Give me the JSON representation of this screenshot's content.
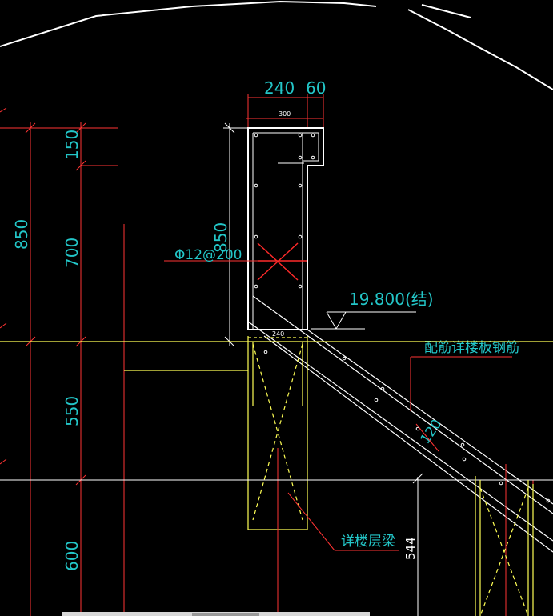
{
  "labels": {
    "dim_240_top": "240",
    "dim_60_top": "60",
    "dim_300": "300",
    "dim_150": "150",
    "dim_850_left": "850",
    "dim_700": "700",
    "dim_850_center": "850",
    "rebar_spec": "Φ12@200",
    "elevation": "19.800(结)",
    "dim_240_mid": "240",
    "slab_note": "配筋详楼板钢筋",
    "dim_120": "120",
    "dim_550": "550",
    "dim_600": "600",
    "beam_note": "详楼层梁",
    "dim_544": "544"
  },
  "colors": {
    "background": "#000000",
    "wall": "#ffffff",
    "dimension": "#ff3333",
    "text": "#23c6c8",
    "beam": "#ffff55",
    "rebar_hint": "#ff2a2a"
  }
}
